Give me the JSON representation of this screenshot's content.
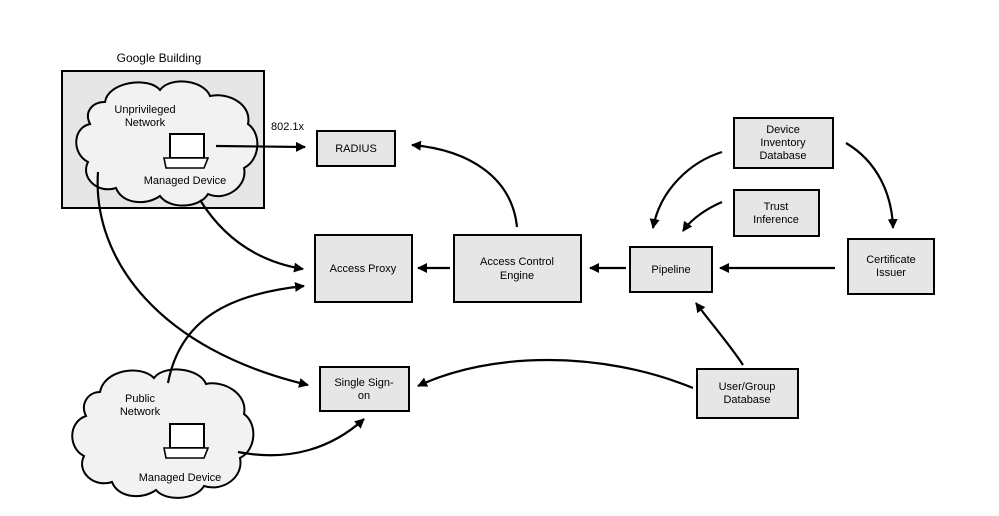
{
  "building": {
    "title": "Google Building"
  },
  "clouds": {
    "unprivileged": {
      "label_lines": [
        "Unprivileged",
        "Network"
      ],
      "device_label": "Managed Device"
    },
    "public": {
      "label_lines": [
        "Public",
        "Network"
      ],
      "device_label": "Managed Device"
    }
  },
  "edge_labels": {
    "dot1x": "802.1x"
  },
  "boxes": {
    "radius": {
      "lines": [
        "RADIUS"
      ]
    },
    "access_proxy": {
      "lines": [
        "Access Proxy"
      ]
    },
    "access_control_engine": {
      "lines": [
        "Access Control",
        "Engine"
      ]
    },
    "pipeline": {
      "lines": [
        "Pipeline"
      ]
    },
    "single_sign_on": {
      "lines": [
        "Single Sign-",
        "on"
      ]
    },
    "device_inventory_db": {
      "lines": [
        "Device",
        "Inventory",
        "Database"
      ]
    },
    "trust_inference": {
      "lines": [
        "Trust",
        "Inference"
      ]
    },
    "certificate_issuer": {
      "lines": [
        "Certificate",
        "Issuer"
      ]
    },
    "user_group_db": {
      "lines": [
        "User/Group",
        "Database"
      ]
    }
  }
}
